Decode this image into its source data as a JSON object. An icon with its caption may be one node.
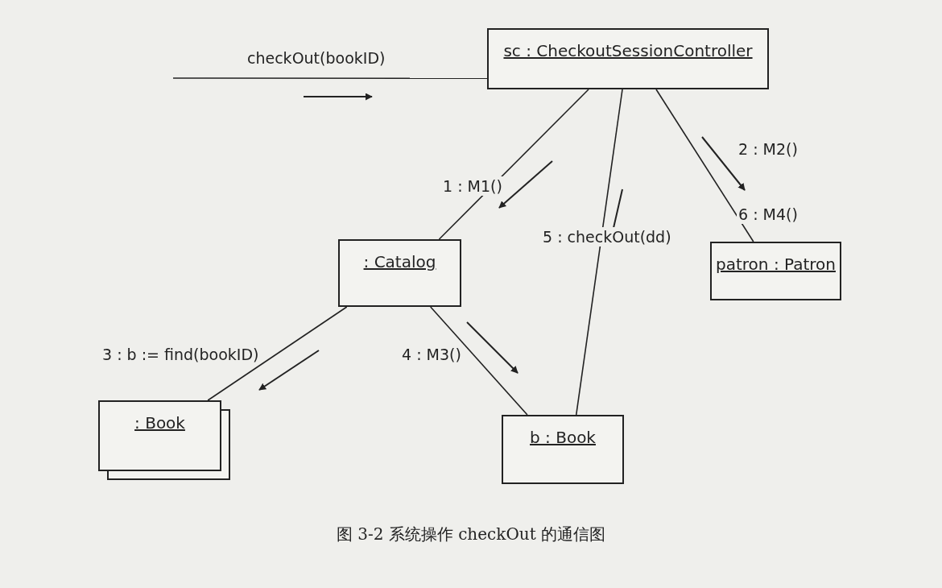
{
  "diagram": {
    "caption": "图 3-2 系统操作 checkOut 的通信图",
    "nodes": [
      {
        "text": [
          "sc : CheckoutSessionController"
        ]
      },
      {
        "text": [
          ": Catalog"
        ]
      },
      {
        "text": [
          "patron : Patron"
        ]
      },
      {
        "text": [
          ": Book"
        ]
      },
      {
        "text": [
          "b : Book"
        ]
      }
    ],
    "edges": [
      {
        "from": null,
        "to": 0,
        "arrow": "none",
        "label": "checkOut(bookID)"
      },
      {
        "from": 0,
        "to": 1,
        "arrow": "none",
        "label": "1 : M1()"
      },
      {
        "from": 0,
        "to": 4,
        "arrow": "none",
        "label": "5 : checkOut(dd)"
      },
      {
        "from": 0,
        "to": 2,
        "arrow": "none",
        "label": "2 : M2()"
      },
      {
        "from": 1,
        "to": 3,
        "arrow": "none",
        "label": "3 : b := find(bookID)"
      },
      {
        "from": 1,
        "to": 4,
        "arrow": "none",
        "label": "4 : M3()"
      }
    ],
    "labels": [
      "6 : M4()"
    ]
  }
}
